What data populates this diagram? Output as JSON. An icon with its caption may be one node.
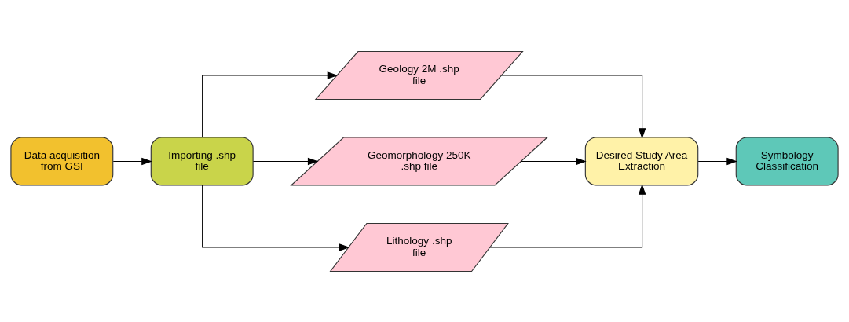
{
  "diagram": {
    "nodes": [
      {
        "text": [
          "Data acquisition from GSI"
        ]
      },
      {
        "text": [
          "Importing .shp file"
        ]
      },
      {
        "text": [
          "Geology 2M .shp file"
        ]
      },
      {
        "text": [
          "Geomorphology 250K .shp file"
        ]
      },
      {
        "text": [
          "Lithology .shp file"
        ]
      },
      {
        "text": [
          "Desired Study Area Extraction"
        ]
      },
      {
        "text": [
          "Symbology Classification"
        ]
      }
    ],
    "edges": [
      {
        "from": 0,
        "to": 1,
        "arrow": "to"
      },
      {
        "from": 1,
        "to": 2,
        "arrow": "to"
      },
      {
        "from": 1,
        "to": 3,
        "arrow": "to"
      },
      {
        "from": 1,
        "to": 4,
        "arrow": "to"
      },
      {
        "from": 2,
        "to": 5,
        "arrow": "to"
      },
      {
        "from": 3,
        "to": 5,
        "arrow": "to"
      },
      {
        "from": 4,
        "to": 5,
        "arrow": "to"
      },
      {
        "from": 5,
        "to": 6,
        "arrow": "to"
      }
    ]
  }
}
